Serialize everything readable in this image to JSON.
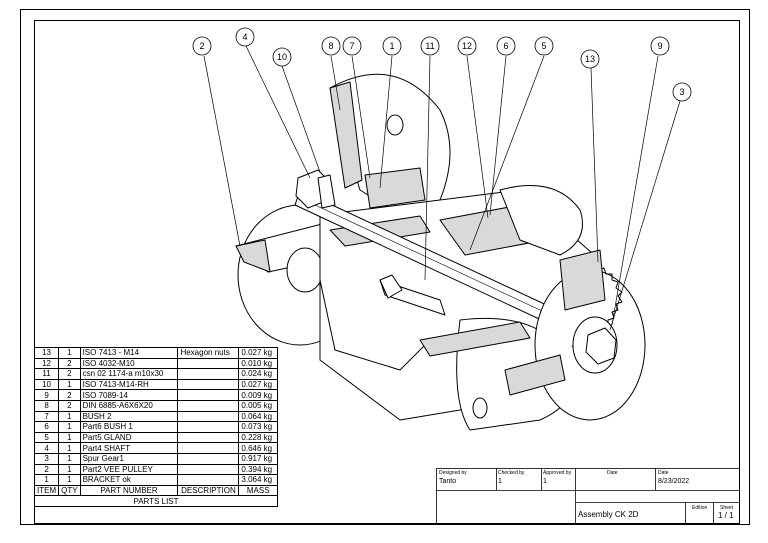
{
  "balloons": [
    "2",
    "4",
    "10",
    "8",
    "7",
    "1",
    "11",
    "12",
    "6",
    "5",
    "13",
    "9",
    "3"
  ],
  "parts_list": {
    "title": "PARTS LIST",
    "headers": [
      "ITEM",
      "QTY",
      "PART NUMBER",
      "DESCRIPTION",
      "MASS"
    ],
    "rows": [
      {
        "item": "13",
        "qty": "1",
        "part": "ISO 7413 - M14",
        "desc": "Hexagon nuts",
        "mass": "0.027 kg"
      },
      {
        "item": "12",
        "qty": "2",
        "part": "ISO 4032-M10",
        "desc": "",
        "mass": "0.010 kg"
      },
      {
        "item": "11",
        "qty": "2",
        "part": "csn 02 1174-a m10x30",
        "desc": "",
        "mass": "0.024 kg"
      },
      {
        "item": "10",
        "qty": "1",
        "part": "ISO 7413-M14-RH",
        "desc": "",
        "mass": "0.027 kg"
      },
      {
        "item": "9",
        "qty": "2",
        "part": "ISO 7089-14",
        "desc": "",
        "mass": "0.009 kg"
      },
      {
        "item": "8",
        "qty": "2",
        "part": "DIN 6885-A6X6X20",
        "desc": "",
        "mass": "0.005 kg"
      },
      {
        "item": "7",
        "qty": "1",
        "part": "BUSH 2",
        "desc": "",
        "mass": "0.064 kg"
      },
      {
        "item": "6",
        "qty": "1",
        "part": "Part6 BUSH 1",
        "desc": "",
        "mass": "0.073 kg"
      },
      {
        "item": "5",
        "qty": "1",
        "part": "Part5 GLAND",
        "desc": "",
        "mass": "0.228 kg"
      },
      {
        "item": "4",
        "qty": "1",
        "part": "Part4 SHAFT",
        "desc": "",
        "mass": "0.646 kg"
      },
      {
        "item": "3",
        "qty": "1",
        "part": "Spur Gear1",
        "desc": "",
        "mass": "0.917 kg"
      },
      {
        "item": "2",
        "qty": "1",
        "part": "Part2 VEE PULLEY",
        "desc": "",
        "mass": "0.394 kg"
      },
      {
        "item": "1",
        "qty": "1",
        "part": "BRACKET ok",
        "desc": "",
        "mass": "3.064 kg"
      }
    ]
  },
  "title_block": {
    "designed_by_label": "Designed by",
    "checked_by_label": "Checked by",
    "approved_by_label": "Approved by",
    "date_label_1": "Date",
    "date_label_2": "Date",
    "designed_by": "Tanto",
    "checked_by": "1",
    "approved_by": "1",
    "date": "8/23/2022",
    "title": "Assembly CK 2D",
    "edition_label": "Edition",
    "sheet_label": "Sheet",
    "sheet": "1 / 1"
  }
}
